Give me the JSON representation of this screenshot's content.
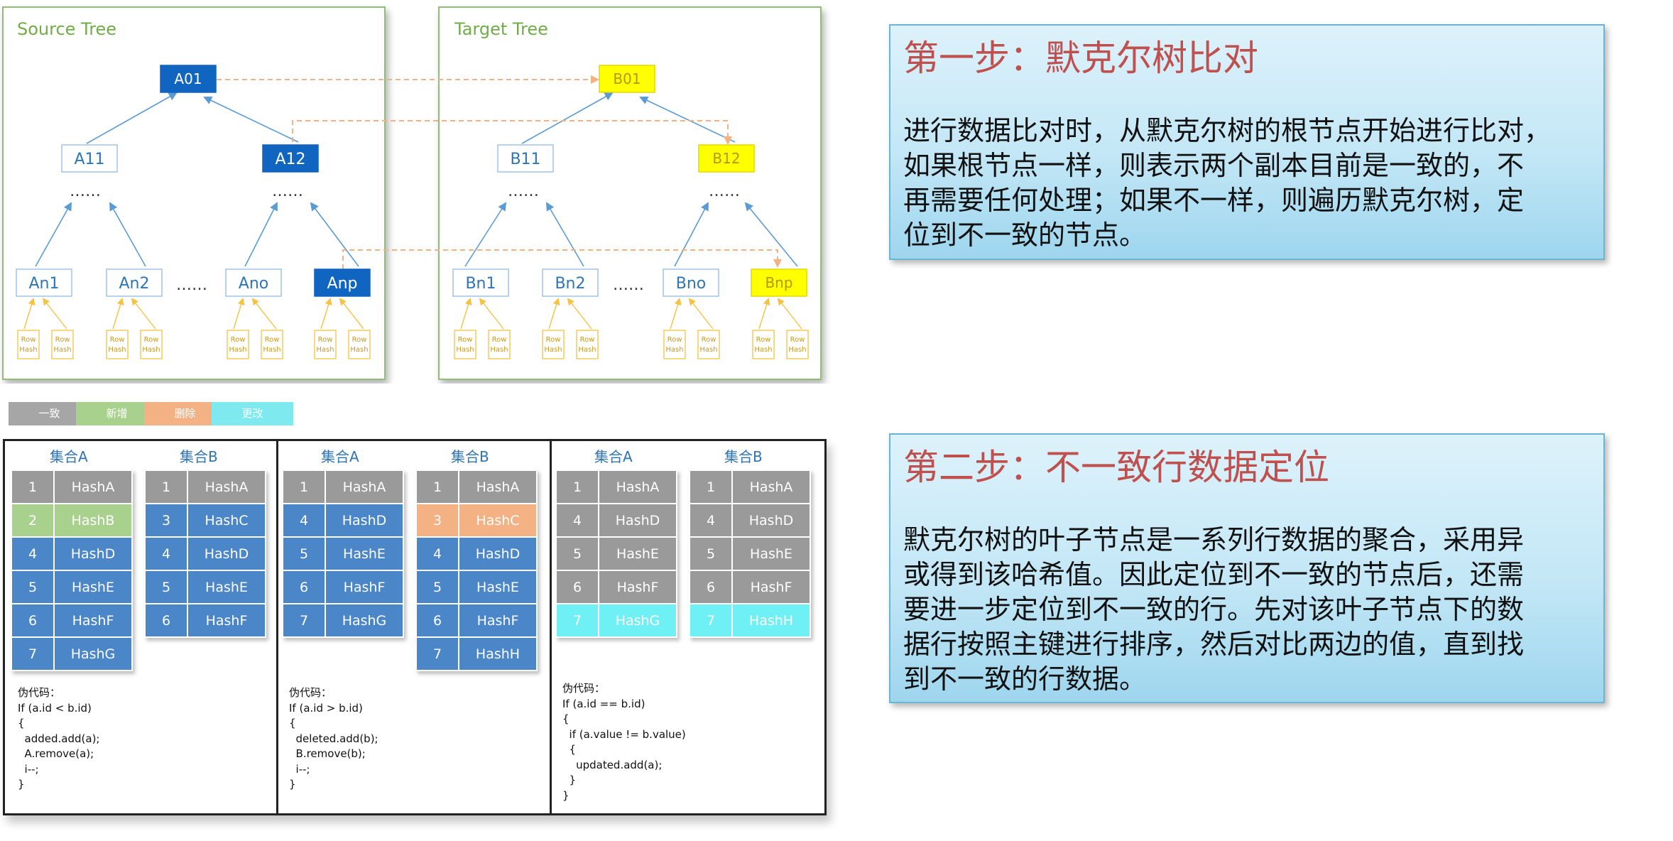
{
  "trees": {
    "source": {
      "title": "Source Tree",
      "root": "A01",
      "level1": [
        "A11",
        "A12"
      ],
      "ellipsis": "……",
      "leaves": [
        "An1",
        "An2",
        "Ano",
        "Anp"
      ]
    },
    "target": {
      "title": "Target Tree",
      "root": "B01",
      "level1": [
        "B11",
        "B12"
      ],
      "ellipsis": "……",
      "leaves": [
        "Bn1",
        "Bn2",
        "Bno",
        "Bnp"
      ]
    },
    "rowhash_label": "Row\nHash"
  },
  "step1": {
    "title": "第一步：默克尔树比对",
    "lines": [
      "进行数据比对时，从默克尔树的根节点开始进行比对，",
      "如果根节点一样，则表示两个副本目前是一致的，不",
      "再需要任何处理；如果不一样，则遍历默克尔树，定",
      "位到不一致的节点。"
    ]
  },
  "step2": {
    "title": "第二步：不一致行数据定位",
    "lines": [
      "默克尔树的叶子节点是一系列行数据的聚合，采用异",
      "或得到该哈希值。因此定位到不一致的节点后，还需",
      "要进一步定位到不一致的行。先对该叶子节点下的数",
      "据行按照主键进行排序，然后对比两边的值，直到找",
      "到不一致的行数据。"
    ]
  },
  "legend": [
    {
      "label": "一致",
      "color": "#a6a6a6"
    },
    {
      "label": "新增",
      "color": "#a9d18e"
    },
    {
      "label": "删除",
      "color": "#f4b183"
    },
    {
      "label": "更改",
      "color": "#7fe9f0"
    }
  ],
  "colors": {
    "dark_blue": "#1065c0",
    "outline_blue": "#9dc3e6",
    "node_text_blue": "#2e75b6",
    "yellow": "#ffff00",
    "rowhash_orange": "#f6c243",
    "link_orange": "#f4b183",
    "arrow_blue": "#5b9bd5",
    "green_title": "#70ad47",
    "table_blue": "#4a86c8",
    "table_gray": "#9a9a9a",
    "table_green": "#a9d18e",
    "table_orange": "#f4b183",
    "table_cyan": "#6ff0f5"
  },
  "examples": [
    {
      "setA_label": "集合A",
      "setB_label": "集合B",
      "setA": [
        [
          "1",
          "HashA",
          "gray"
        ],
        [
          "2",
          "HashB",
          "green"
        ],
        [
          "4",
          "HashD",
          "blue"
        ],
        [
          "5",
          "HashE",
          "blue"
        ],
        [
          "6",
          "HashF",
          "blue"
        ],
        [
          "7",
          "HashG",
          "blue"
        ]
      ],
      "setB": [
        [
          "1",
          "HashA",
          "gray"
        ],
        [
          "3",
          "HashC",
          "blue"
        ],
        [
          "4",
          "HashD",
          "blue"
        ],
        [
          "5",
          "HashE",
          "blue"
        ],
        [
          "6",
          "HashF",
          "blue"
        ]
      ],
      "pseudo": "伪代码：\nIf (a.id < b.id)\n{\n  added.add(a);\n  A.remove(a);\n  i--;\n}"
    },
    {
      "setA_label": "集合A",
      "setB_label": "集合B",
      "setA": [
        [
          "1",
          "HashA",
          "gray"
        ],
        [
          "4",
          "HashD",
          "blue"
        ],
        [
          "5",
          "HashE",
          "blue"
        ],
        [
          "6",
          "HashF",
          "blue"
        ],
        [
          "7",
          "HashG",
          "blue"
        ]
      ],
      "setB": [
        [
          "1",
          "HashA",
          "gray"
        ],
        [
          "3",
          "HashC",
          "orange"
        ],
        [
          "4",
          "HashD",
          "blue"
        ],
        [
          "5",
          "HashE",
          "blue"
        ],
        [
          "6",
          "HashF",
          "blue"
        ],
        [
          "7",
          "HashH",
          "blue"
        ]
      ],
      "pseudo": "伪代码：\nIf (a.id > b.id)\n{\n  deleted.add(b);\n  B.remove(b);\n  i--;\n}"
    },
    {
      "setA_label": "集合A",
      "setB_label": "集合B",
      "setA": [
        [
          "1",
          "HashA",
          "gray"
        ],
        [
          "4",
          "HashD",
          "gray"
        ],
        [
          "5",
          "HashE",
          "gray"
        ],
        [
          "6",
          "HashF",
          "gray"
        ],
        [
          "7",
          "HashG",
          "cyan"
        ]
      ],
      "setB": [
        [
          "1",
          "HashA",
          "gray"
        ],
        [
          "4",
          "HashD",
          "gray"
        ],
        [
          "5",
          "HashE",
          "gray"
        ],
        [
          "6",
          "HashF",
          "gray"
        ],
        [
          "7",
          "HashH",
          "cyan"
        ]
      ],
      "pseudo": "伪代码：\nIf (a.id == b.id)\n{\n  if (a.value != b.value)\n  {\n    updated.add(a);\n  }\n}"
    }
  ]
}
